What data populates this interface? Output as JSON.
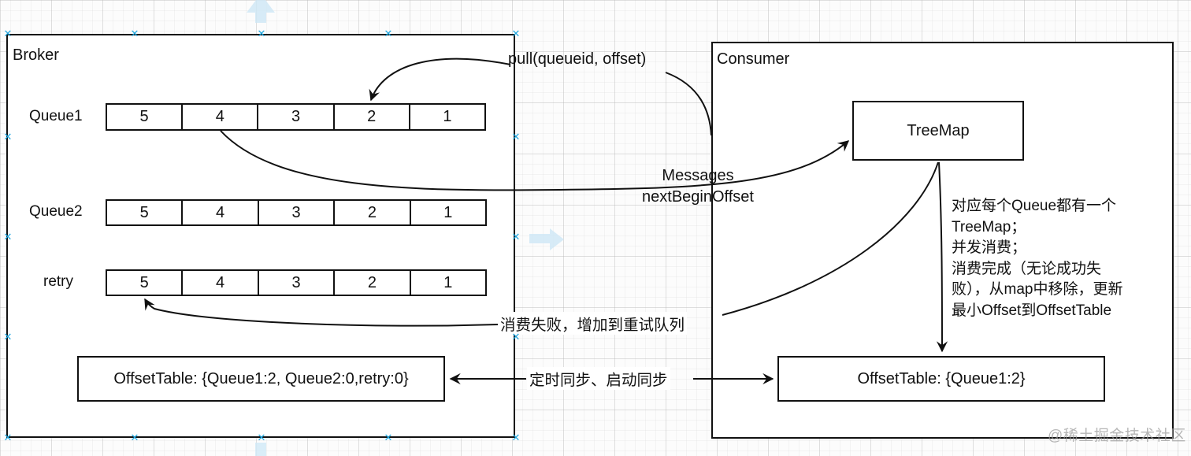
{
  "broker": {
    "title": "Broker",
    "queues": [
      {
        "label": "Queue1",
        "cells": [
          "5",
          "4",
          "3",
          "2",
          "1"
        ]
      },
      {
        "label": "Queue2",
        "cells": [
          "5",
          "4",
          "3",
          "2",
          "1"
        ]
      },
      {
        "label": "retry",
        "cells": [
          "5",
          "4",
          "3",
          "2",
          "1"
        ]
      }
    ],
    "offset_table": "OffsetTable: {Queue1:2, Queue2:0,retry:0}"
  },
  "consumer": {
    "title": "Consumer",
    "treemap_label": "TreeMap",
    "note": "对应每个Queue都有一个\nTreeMap；\n并发消费；\n消费完成（无论成功失\n败），从map中移除，更新\n最小Offset到OffsetTable",
    "offset_table": "OffsetTable: {Queue1:2}"
  },
  "labels": {
    "pull": "pull(queueid, offset)",
    "messages": "Messages",
    "next_begin_offset": "nextBeginOffset",
    "retry_fail": "消费失败，增加到重试队列",
    "sync": "定时同步、启动同步",
    "watermark": "@稀土掘金技术社区"
  },
  "icons": {
    "selection_handle": "x-mark",
    "faded_arrows": [
      "arrow-up-top",
      "arrow-right-mid",
      "arrow-down-bottom"
    ]
  },
  "colors": {
    "stroke": "#111111",
    "handle": "#1fa7e0",
    "faded_arrow": "#cfe8f6",
    "watermark": "#9b9b9b"
  }
}
